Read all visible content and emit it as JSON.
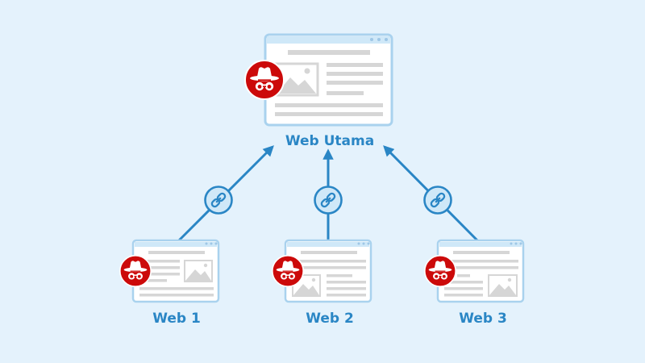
{
  "main_site": {
    "label": "Web Utama"
  },
  "satellites": [
    {
      "label": "Web 1"
    },
    {
      "label": "Web 2"
    },
    {
      "label": "Web 3"
    }
  ],
  "icons": {
    "spy": "spy-hat-glasses-icon",
    "link": "chain-link-icon",
    "image": "image-placeholder-icon"
  },
  "colors": {
    "background": "#e4f2fc",
    "accent": "#2a86c5",
    "spy_badge": "#cc0a0a",
    "card_border": "#a9d2ee",
    "card_header": "#cfe8f8",
    "placeholder": "#d6d6d6"
  }
}
